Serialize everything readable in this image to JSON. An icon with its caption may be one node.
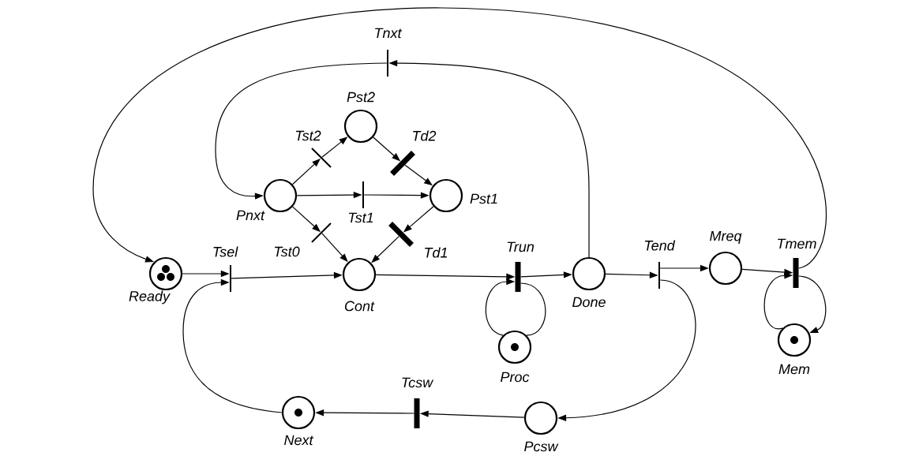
{
  "diagram": {
    "nodes": [
      {
        "text": [
          "Tnxt"
        ]
      },
      {
        "text": [
          "Pst2"
        ]
      },
      {
        "text": [
          "Tst2"
        ]
      },
      {
        "text": [
          "Td2"
        ]
      },
      {
        "text": [
          "Pnxt"
        ]
      },
      {
        "text": [
          "Tst1"
        ]
      },
      {
        "text": [
          "Pst1"
        ]
      },
      {
        "text": [
          "Tst0"
        ]
      },
      {
        "text": [
          "Td1"
        ]
      },
      {
        "text": [
          "Ready"
        ]
      },
      {
        "text": [
          "Tsel"
        ]
      },
      {
        "text": [
          "Cont"
        ]
      },
      {
        "text": [
          "Trun"
        ]
      },
      {
        "text": [
          "Done"
        ]
      },
      {
        "text": [
          "Tend"
        ]
      },
      {
        "text": [
          "Mreq"
        ]
      },
      {
        "text": [
          "Tmem"
        ]
      },
      {
        "text": [
          "Proc"
        ]
      },
      {
        "text": [
          "Mem"
        ]
      },
      {
        "text": [
          "Next"
        ]
      },
      {
        "text": [
          "Tcsw"
        ]
      },
      {
        "text": [
          "Pcsw"
        ]
      }
    ],
    "edges": [
      {
        "from": 9,
        "to": 10,
        "arrow": "to"
      },
      {
        "from": 10,
        "to": 11,
        "arrow": "to"
      },
      {
        "from": 19,
        "to": 10,
        "arrow": "to"
      },
      {
        "from": 4,
        "to": 2,
        "arrow": "to"
      },
      {
        "from": 2,
        "to": 1,
        "arrow": "to"
      },
      {
        "from": 1,
        "to": 3,
        "arrow": "to"
      },
      {
        "from": 3,
        "to": 6,
        "arrow": "to"
      },
      {
        "from": 4,
        "to": 5,
        "arrow": "to"
      },
      {
        "from": 5,
        "to": 6,
        "arrow": "to"
      },
      {
        "from": 4,
        "to": 7,
        "arrow": "to"
      },
      {
        "from": 7,
        "to": 11,
        "arrow": "to"
      },
      {
        "from": 6,
        "to": 8,
        "arrow": "to"
      },
      {
        "from": 8,
        "to": 11,
        "arrow": "to"
      },
      {
        "from": 11,
        "to": 12,
        "arrow": "to"
      },
      {
        "from": 17,
        "to": 12,
        "arrow": "to"
      },
      {
        "from": 12,
        "to": 17,
        "arrow": "none"
      },
      {
        "from": 12,
        "to": 13,
        "arrow": "to"
      },
      {
        "from": 13,
        "to": 0,
        "arrow": "to"
      },
      {
        "from": 0,
        "to": 4,
        "arrow": "to"
      },
      {
        "from": 13,
        "to": 14,
        "arrow": "to"
      },
      {
        "from": 14,
        "to": 15,
        "arrow": "to"
      },
      {
        "from": 14,
        "to": 21,
        "arrow": "to"
      },
      {
        "from": 15,
        "to": 16,
        "arrow": "to"
      },
      {
        "from": 16,
        "to": 9,
        "arrow": "to"
      },
      {
        "from": 18,
        "to": 16,
        "arrow": "to"
      },
      {
        "from": 16,
        "to": 18,
        "arrow": "to"
      },
      {
        "from": 21,
        "to": 20,
        "arrow": "to"
      },
      {
        "from": 20,
        "to": 19,
        "arrow": "to"
      }
    ]
  }
}
